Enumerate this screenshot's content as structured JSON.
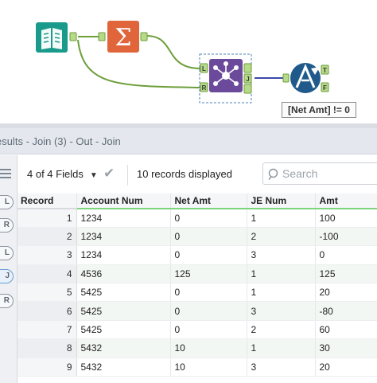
{
  "canvas": {
    "filter_annotation": "[Net Amt] != 0",
    "tools": [
      {
        "name": "input-data-tool",
        "color": "#1a9a8a"
      },
      {
        "name": "summarize-tool",
        "color": "#e0653a"
      },
      {
        "name": "join-tool",
        "color": "#6b4a9b"
      },
      {
        "name": "filter-tool",
        "color": "#1f5a8a"
      }
    ],
    "anchor_labels": {
      "join_left": "L",
      "join_right": "R",
      "join_out": "J",
      "filter_true": "T",
      "filter_false": "F"
    }
  },
  "results": {
    "title": "esults - Join (3) - Out - Join",
    "fields_select": "4 of 4 Fields",
    "records_displayed": "10 records displayed",
    "search_placeholder": "Search",
    "side_tags": [
      "L",
      "R",
      "L",
      "J",
      "R"
    ],
    "columns": [
      "Record",
      "Account Num",
      "Net Amt",
      "JE Num",
      "Amt"
    ],
    "rows": [
      {
        "record": "1",
        "account": "1234",
        "net": "0",
        "je": "1",
        "amt": "100"
      },
      {
        "record": "2",
        "account": "1234",
        "net": "0",
        "je": "2",
        "amt": "-100"
      },
      {
        "record": "3",
        "account": "1234",
        "net": "0",
        "je": "3",
        "amt": "0"
      },
      {
        "record": "4",
        "account": "4536",
        "net": "125",
        "je": "1",
        "amt": "125"
      },
      {
        "record": "5",
        "account": "5425",
        "net": "0",
        "je": "1",
        "amt": "20"
      },
      {
        "record": "6",
        "account": "5425",
        "net": "0",
        "je": "3",
        "amt": "-80"
      },
      {
        "record": "7",
        "account": "5425",
        "net": "0",
        "je": "2",
        "amt": "60"
      },
      {
        "record": "8",
        "account": "5432",
        "net": "10",
        "je": "1",
        "amt": "30"
      },
      {
        "record": "9",
        "account": "5432",
        "net": "10",
        "je": "3",
        "amt": "20"
      }
    ]
  }
}
